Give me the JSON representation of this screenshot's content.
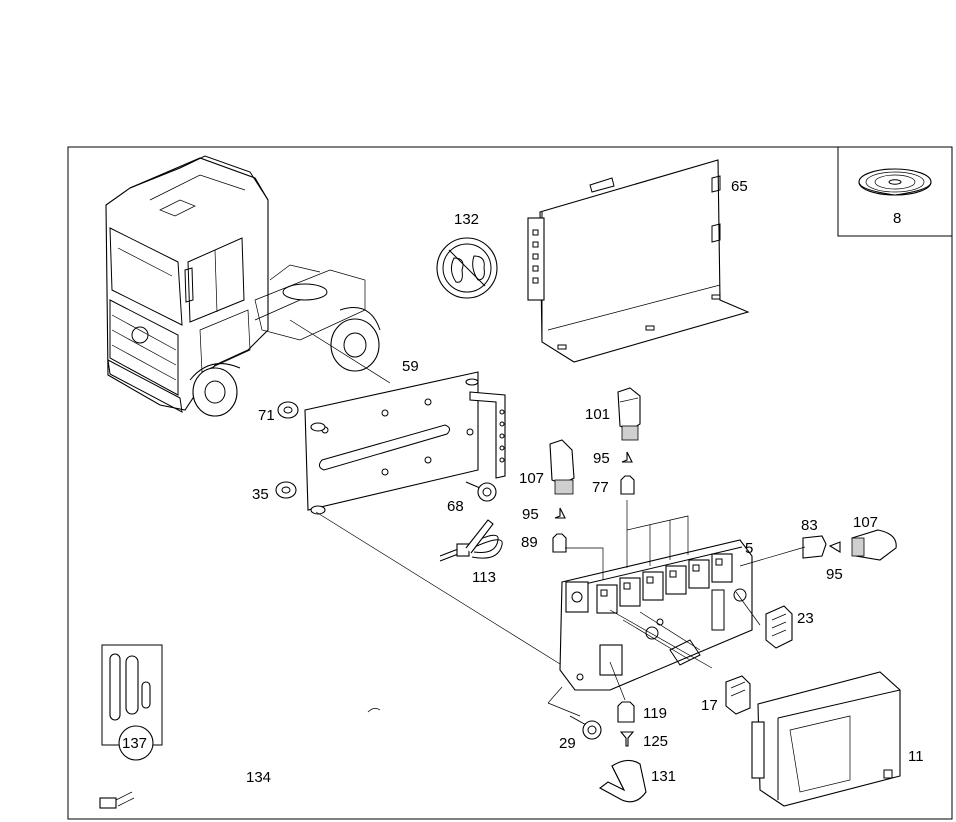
{
  "diagram": {
    "part_labels": {
      "p8": "8",
      "p65": "65",
      "p132": "132",
      "p59": "59",
      "p71": "71",
      "p101": "101",
      "p95a": "95",
      "p107a": "107",
      "p77": "77",
      "p35": "35",
      "p68": "68",
      "p95b": "95",
      "p89": "89",
      "p83": "83",
      "p107b": "107",
      "p5": "5",
      "p95c": "95",
      "p113": "113",
      "p23": "23",
      "p137": "137",
      "p119": "119",
      "p17": "17",
      "p29": "29",
      "p125": "125",
      "p134": "134",
      "p131": "131",
      "p11": "11"
    }
  }
}
